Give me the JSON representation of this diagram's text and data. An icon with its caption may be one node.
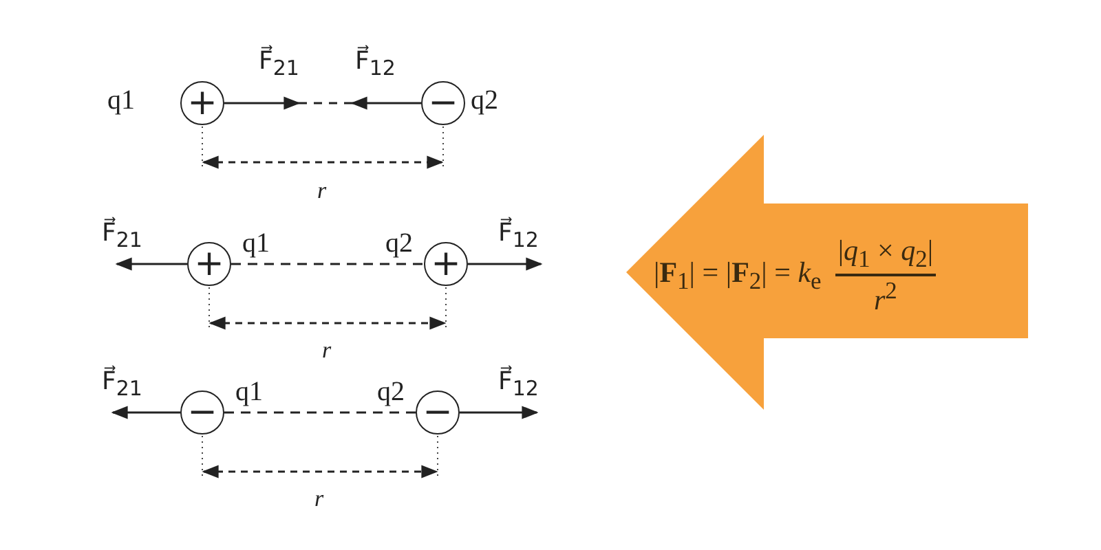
{
  "diagram": {
    "nodes": [
      {
        "text": [
          "+"
        ],
        "beside": [
          "q1"
        ]
      },
      {
        "text": [
          "−"
        ],
        "beside": [
          "q2"
        ]
      },
      {
        "text": [
          "+"
        ],
        "beside": [
          "q1"
        ]
      },
      {
        "text": [
          "+"
        ],
        "beside": [
          "q2"
        ]
      },
      {
        "text": [
          "−"
        ],
        "beside": [
          "q1"
        ]
      },
      {
        "text": [
          "−"
        ],
        "beside": [
          "q2"
        ]
      },
      {
        "text": [
          "|**F**$_{1}$| = |**F**$_{2}$| = *k*$_{e}$",
          "|*q*$_{1}$ × *q*$_{2}$|",
          "*r*$^{2}$"
        ]
      }
    ],
    "edges": [
      {
        "from": 0,
        "to": null,
        "arrow": "to",
        "label": "F⃗$_{21}$"
      },
      {
        "from": 1,
        "to": null,
        "arrow": "to",
        "label": "F⃗$_{12}$"
      },
      {
        "from": 2,
        "to": 3,
        "arrow": "none",
        "style": "dashed"
      },
      {
        "from": 2,
        "to": null,
        "arrow": "to",
        "label": "F⃗$_{21}$"
      },
      {
        "from": 3,
        "to": null,
        "arrow": "to",
        "label": "F⃗$_{12}$"
      },
      {
        "from": 4,
        "to": 5,
        "arrow": "none",
        "style": "dashed"
      },
      {
        "from": 4,
        "to": null,
        "arrow": "to",
        "label": "F⃗$_{21}$"
      },
      {
        "from": 5,
        "to": null,
        "arrow": "to",
        "label": "F⃗$_{12}$"
      }
    ],
    "labels": [
      "r",
      "r",
      "r"
    ]
  }
}
